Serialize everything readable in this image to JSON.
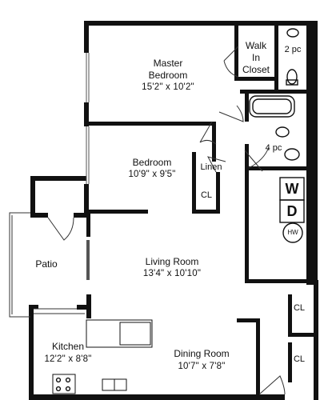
{
  "rooms": {
    "master_bedroom": {
      "name_line1": "Master",
      "name_line2": "Bedroom",
      "size": "15'2\" x 10'2\""
    },
    "walk_in_closet": {
      "line1": "Walk",
      "line2": "In",
      "line3": "Closet"
    },
    "half_bath": {
      "label": "2 pc"
    },
    "bedroom": {
      "name": "Bedroom",
      "size": "10'9\" x 9'5\""
    },
    "linen": {
      "label": "Linen"
    },
    "bedroom_closet": {
      "label": "CL"
    },
    "full_bath": {
      "label": "4 pc"
    },
    "patio": {
      "name": "Patio"
    },
    "living_room": {
      "name": "Living Room",
      "size": "13'4\" x 10'10\""
    },
    "kitchen": {
      "name": "Kitchen",
      "size": "12'2\" x 8'8\""
    },
    "dining_room": {
      "name": "Dining Room",
      "size": "10'7\" x 7'8\""
    },
    "closet_upper": {
      "label": "CL"
    },
    "closet_lower": {
      "label": "CL"
    }
  },
  "laundry": {
    "washer": "W",
    "dryer": "D",
    "water_heater": "HW"
  },
  "colors": {
    "wall": "#111111",
    "background": "#ffffff",
    "thin_line": "#333333"
  }
}
